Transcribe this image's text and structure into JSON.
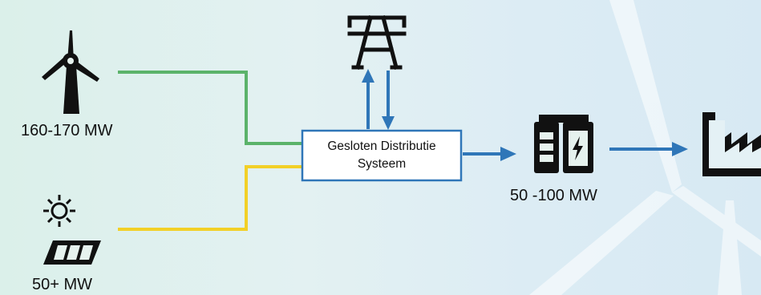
{
  "sources": {
    "wind": {
      "icon": "wind-turbine-icon",
      "capacity": "160-170 MW",
      "line_color": "#5bb36a"
    },
    "solar": {
      "icon": "solar-panel-icon",
      "capacity": "50+ MW",
      "line_color": "#f2d027"
    }
  },
  "distribution": {
    "label_line1": "Gesloten Distributie",
    "label_line2": "Systeem",
    "border_color": "#2f76b8"
  },
  "grid": {
    "icon": "transmission-tower-icon"
  },
  "storage": {
    "icon": "battery-storage-icon",
    "capacity": "50 -100 MW"
  },
  "consumer": {
    "icon": "factory-icon"
  },
  "colors": {
    "flow_arrow": "#2f76b8",
    "icon": "#111111"
  }
}
